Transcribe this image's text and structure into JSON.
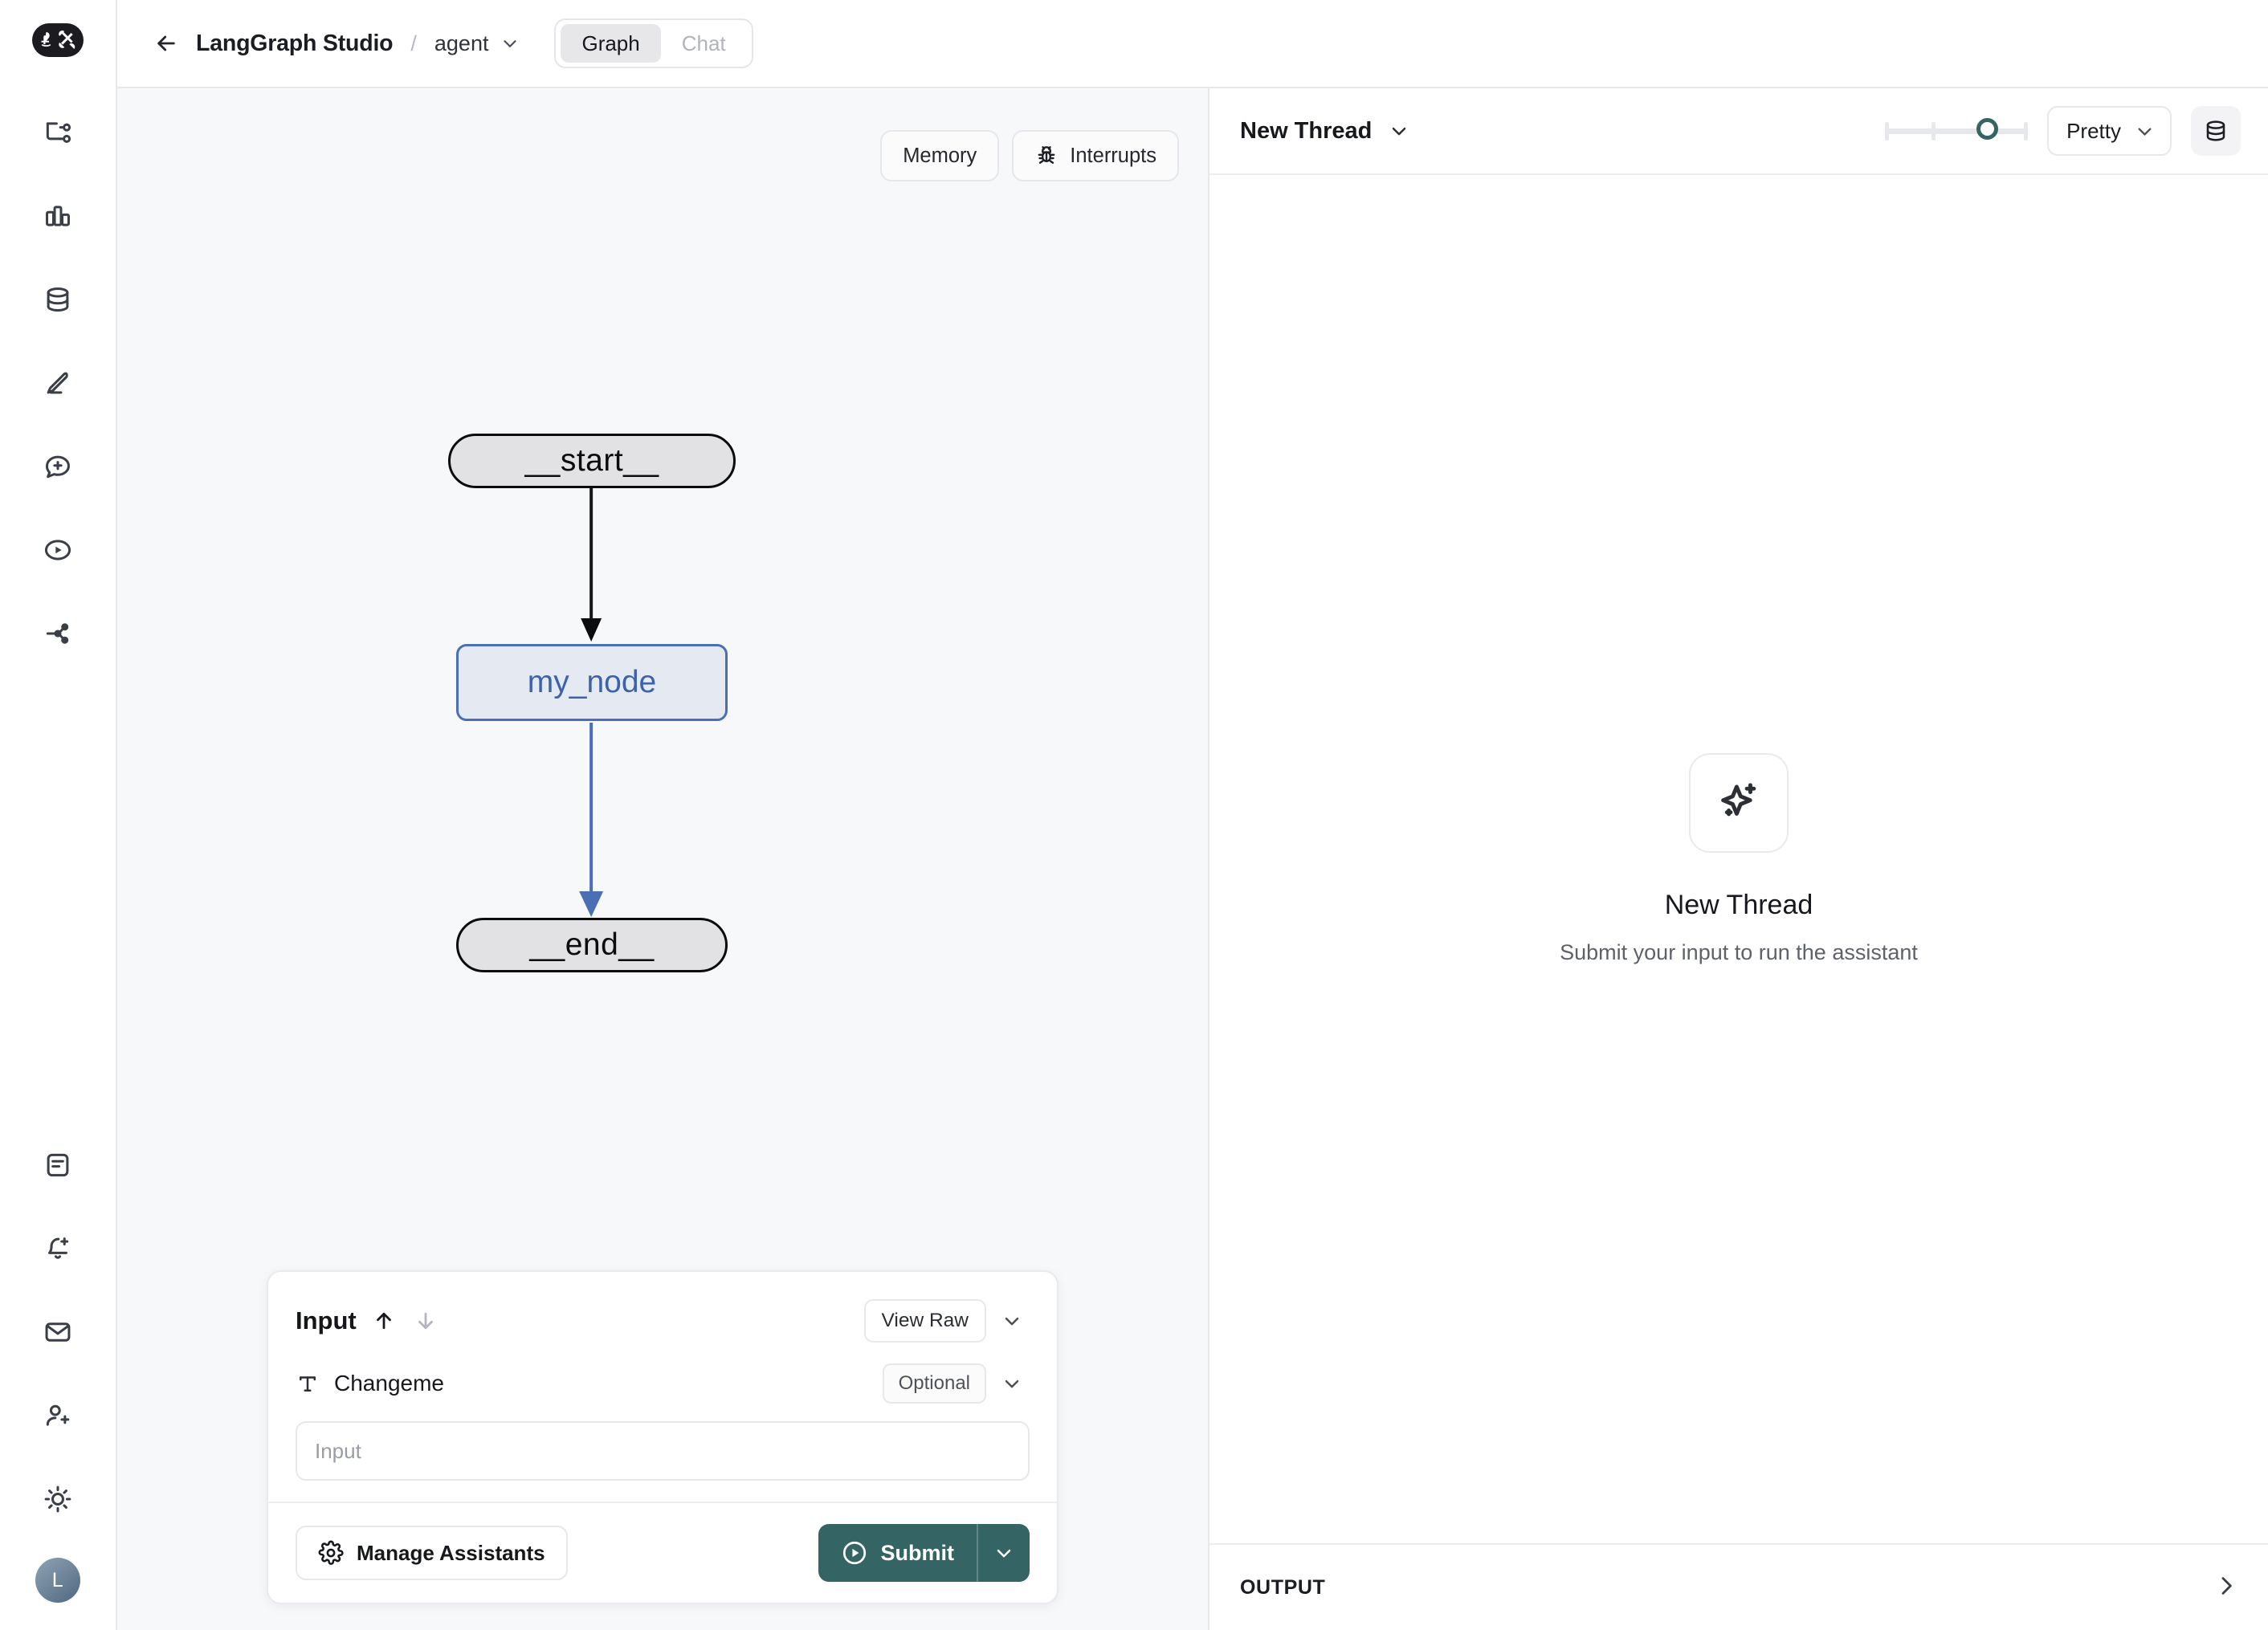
{
  "app": {
    "logo_icon": "langchain-parrot-logo",
    "panel_toggle_icon": "panel-toggle-icon"
  },
  "header": {
    "back_icon": "arrow-left-icon",
    "brand": "LangGraph Studio",
    "separator": "/",
    "graph_name": "agent",
    "graph_chevron_icon": "chevron-down-icon",
    "tabs": [
      {
        "label": "Graph",
        "active": true
      },
      {
        "label": "Chat",
        "active": false
      }
    ]
  },
  "sidebar": {
    "top_items": [
      {
        "name": "sidebar-item-tracing",
        "icon": "tracing-tree-icon"
      },
      {
        "name": "sidebar-item-monitoring",
        "icon": "bar-chart-icon"
      },
      {
        "name": "sidebar-item-datasets",
        "icon": "database-icon"
      },
      {
        "name": "sidebar-item-annotations",
        "icon": "pencil-icon"
      },
      {
        "name": "sidebar-item-prompts",
        "icon": "chat-plus-icon"
      },
      {
        "name": "sidebar-item-playground",
        "icon": "play-circle-icon"
      },
      {
        "name": "sidebar-item-deployments",
        "icon": "share-nodes-icon"
      }
    ],
    "bottom_items": [
      {
        "name": "sidebar-item-docs",
        "icon": "document-icon"
      },
      {
        "name": "sidebar-item-alerts",
        "icon": "bell-plus-icon"
      },
      {
        "name": "sidebar-item-inbox",
        "icon": "envelope-icon"
      },
      {
        "name": "sidebar-item-invite",
        "icon": "user-plus-icon"
      },
      {
        "name": "sidebar-item-theme",
        "icon": "sun-icon"
      }
    ],
    "avatar_initial": "L"
  },
  "graph_panel": {
    "toolbar": [
      {
        "label": "Memory",
        "icon": null
      },
      {
        "label": "Interrupts",
        "icon": "bug-icon"
      }
    ],
    "graph_data": {
      "nodes": [
        {
          "id": "__start__",
          "label": "__start__",
          "type": "terminal"
        },
        {
          "id": "my_node",
          "label": "my_node",
          "type": "step"
        },
        {
          "id": "__end__",
          "label": "__end__",
          "type": "terminal"
        }
      ],
      "edges": [
        {
          "from": "__start__",
          "to": "my_node",
          "color": "#17181c"
        },
        {
          "from": "my_node",
          "to": "__end__",
          "color": "#4a6fb4"
        }
      ]
    },
    "colors": {
      "terminal_fill": "#e2e2e4",
      "terminal_border": "#0c0c0d",
      "step_fill": "#e5e9f2",
      "step_border": "#4a6fb4",
      "step_text": "#3c62ab",
      "canvas_bg": "#f7f8fa"
    }
  },
  "input_panel": {
    "title": "Input",
    "arrow_up_icon": "arrow-up-icon",
    "arrow_down_icon": "arrow-down-icon",
    "view_raw_label": "View Raw",
    "collapse_icon": "chevron-down-icon",
    "field": {
      "type_icon": "text-type-icon",
      "name": "Changeme",
      "badge": "Optional",
      "field_chevron_icon": "chevron-down-icon",
      "value": "",
      "placeholder": "Input"
    },
    "manage_assistants_label": "Manage Assistants",
    "manage_assistants_icon": "gear-icon",
    "submit_label": "Submit",
    "submit_icon": "play-circle-icon",
    "submit_chevron_icon": "chevron-down-icon",
    "submit_color": "#346463"
  },
  "thread_panel": {
    "title": "New Thread",
    "title_chevron_icon": "chevron-down-icon",
    "slider": {
      "value": 75,
      "ticks": 3,
      "thumb_color": "#366462"
    },
    "format_select": "Pretty",
    "format_chevron_icon": "chevron-down-icon",
    "state_icon": "database-icon",
    "empty_state": {
      "icon": "sparkles-icon",
      "title": "New Thread",
      "subtitle": "Submit your input to run the assistant"
    },
    "output_label": "OUTPUT",
    "output_expand_icon": "chevron-right-icon"
  }
}
